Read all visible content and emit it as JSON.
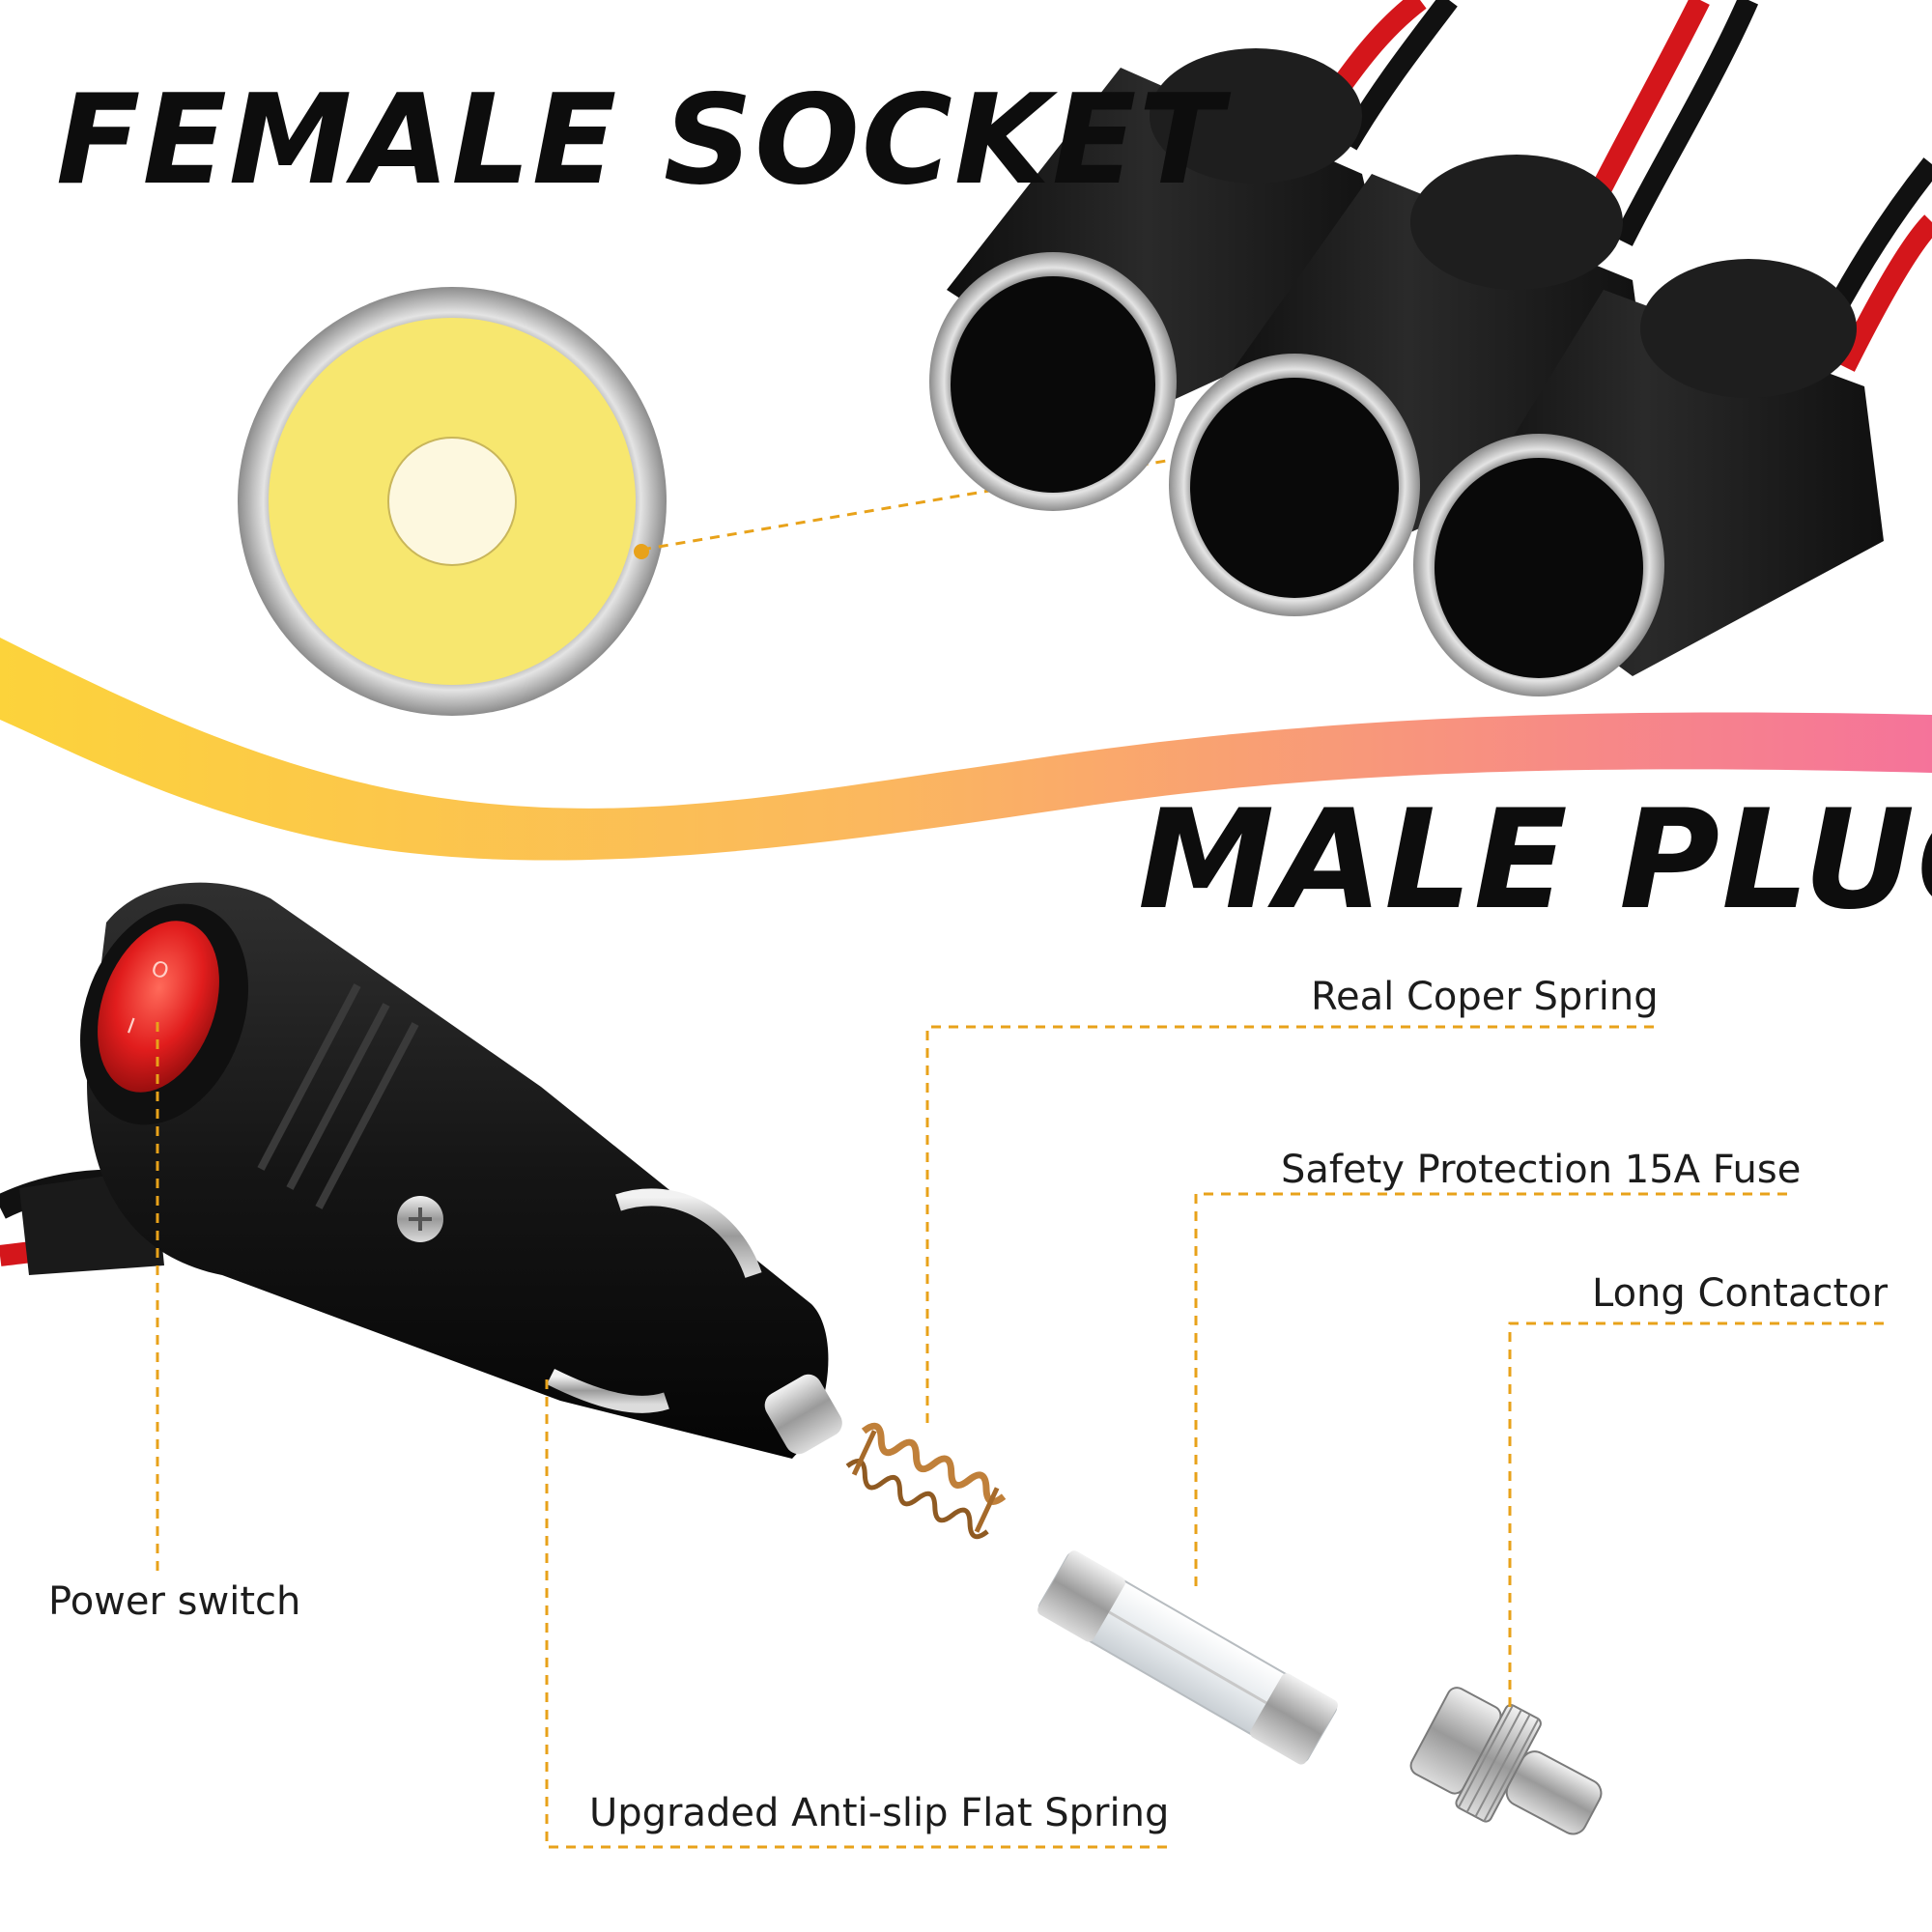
{
  "headings": {
    "female_socket": "FEMALE SOCKET",
    "male_plug": "MALE PLUG"
  },
  "callouts": {
    "real_coper_spring": "Real Coper Spring",
    "safety_fuse": "Safety Protection 15A Fuse",
    "long_contactor": "Long Contactor",
    "power_switch": "Power switch",
    "anti_slip_flat_spring": "Upgraded Anti-slip Flat Spring"
  },
  "switch_marks": {
    "on": "I",
    "off": "O"
  },
  "colors": {
    "background": "#ffffff",
    "heading_text": "#0d0d0d",
    "callout_line": "#e8a21a",
    "wave_start": "#fcd33b",
    "wave_mid": "#fbb85e",
    "wave_end": "#f5739a",
    "socket_body": "#1b1b1b",
    "chrome_rim": "#b8b8b8",
    "socket_face_yellow": "#f7e76f",
    "switch_red": "#e11d1d",
    "cable_red": "#d4161b",
    "copper_spring": "#c0803a"
  },
  "icons": {
    "sockets": "car-cigarette-socket-icon",
    "plug": "car-cigarette-plug-icon",
    "spring": "copper-spring-icon",
    "fuse": "glass-fuse-icon",
    "contactor": "contactor-tip-icon"
  }
}
